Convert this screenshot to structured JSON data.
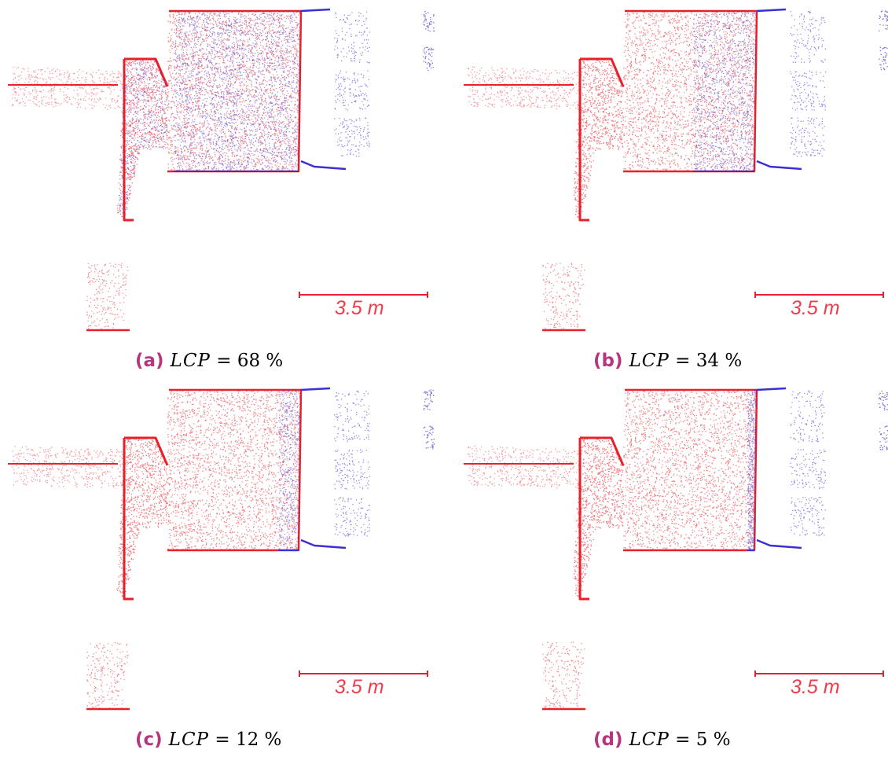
{
  "colors": {
    "source_points": "#e8202a",
    "target_points": "#3a2fd6",
    "caption_tag": "#b5367f"
  },
  "scale_bar": {
    "label": "3.5 m"
  },
  "panels": [
    {
      "tag": "(a)",
      "variable": "LCP",
      "equals": "=",
      "value": "68 %",
      "overlap_fraction": 0.68
    },
    {
      "tag": "(b)",
      "variable": "LCP",
      "equals": "=",
      "value": "34 %",
      "overlap_fraction": 0.34
    },
    {
      "tag": "(c)",
      "variable": "LCP",
      "equals": "=",
      "value": "12 %",
      "overlap_fraction": 0.12
    },
    {
      "tag": "(d)",
      "variable": "LCP",
      "equals": "=",
      "value": "5 %",
      "overlap_fraction": 0.05
    }
  ]
}
